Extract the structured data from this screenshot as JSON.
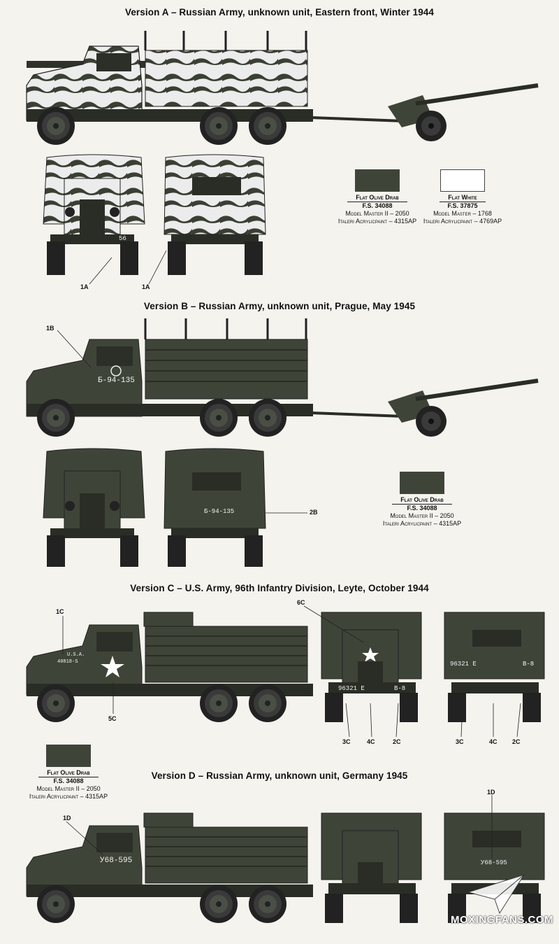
{
  "versions": [
    {
      "title": "Version A – Russian Army, unknown unit, Eastern front, Winter 1944"
    },
    {
      "title": "Version B – Russian Army, unknown unit, Prague, May 1945"
    },
    {
      "title": "Version C –  U.S. Army, 96th Infantry Division, Leyte, October 1944"
    },
    {
      "title": "Version D – Russian Army, unknown unit, Germany 1945"
    }
  ],
  "paints": {
    "olive": {
      "name": "Flat Olive Drab",
      "fs": "F.S. 34088",
      "mm": "Model Master II – 2050",
      "ia": "Italeri Acrylicpaint – 4315AP",
      "color": "#3f4438"
    },
    "white": {
      "name": "Flat White",
      "fs": "F.S. 37875",
      "mm": "Model Master – 1768",
      "ia": "Italeri Acrylicpaint – 4769AP",
      "color": "#ffffff"
    }
  },
  "callouts": {
    "a1": "1A",
    "a2": "1A",
    "b1": "1B",
    "b2": "2B",
    "c1": "1C",
    "c5": "5C",
    "c6": "6C",
    "c3a": "3C",
    "c4a": "4C",
    "c2a": "2C",
    "c3b": "3C",
    "c4b": "4C",
    "c2b": "2C",
    "d1": "1D",
    "d2": "1D"
  },
  "markings": {
    "a_num": "56",
    "b_side": "Б-94-135",
    "b_rear": "Б-94-135",
    "c_usa": "U.S.A.",
    "c_serial": "40818-S",
    "c_front_l": "96321 E",
    "c_front_r": "B-8",
    "c_rear_l": "96321 E",
    "c_rear_r": "B-8",
    "d_side": "У68-595",
    "d_rear": "У68-595"
  },
  "watermark": "MOXINGFANS.COM",
  "colors": {
    "olive": "#3f4438",
    "camo_white": "#ececec",
    "bg": "#f4f3ee"
  }
}
